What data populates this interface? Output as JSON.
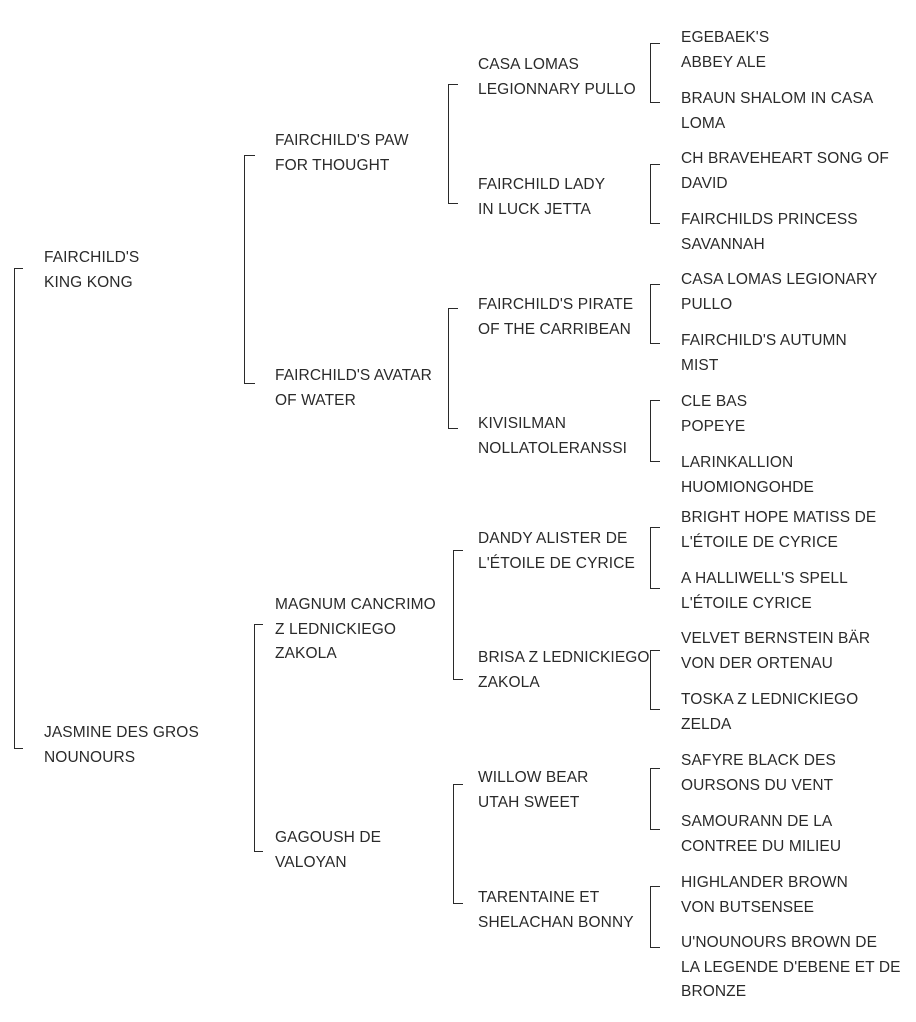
{
  "pedigree": {
    "parents": [
      {
        "name": "FAIRCHILD'S\nKING KONG"
      },
      {
        "name": "JASMINE DES GROS\nNOUNOURS"
      }
    ],
    "grandparents": [
      {
        "name": "FAIRCHILD'S PAW\nFOR THOUGHT"
      },
      {
        "name": "FAIRCHILD'S AVATAR\nOF WATER"
      },
      {
        "name": "MAGNUM CANCRIMO\nZ LEDNICKIEGO\nZAKOLA"
      },
      {
        "name": "GAGOUSH DE\nVALOYAN"
      }
    ],
    "great_grandparents": [
      {
        "name": "CASA LOMAS\nLEGIONNARY PULLO"
      },
      {
        "name": "FAIRCHILD LADY\nIN LUCK JETTA"
      },
      {
        "name": "FAIRCHILD'S PIRATE\nOF THE CARRIBEAN"
      },
      {
        "name": "KIVISILMAN\nNOLLATOLERANSSI"
      },
      {
        "name": "DANDY ALISTER DE\nL'ÉTOILE DE CYRICE"
      },
      {
        "name": "BRISA Z LEDNICKIEGO\nZAKOLA"
      },
      {
        "name": "WILLOW BEAR\nUTAH SWEET"
      },
      {
        "name": "TARENTAINE ET\nSHELACHAN BONNY"
      }
    ],
    "great_great_grandparents": [
      {
        "name": "EGEBAEK'S\nABBEY ALE"
      },
      {
        "name": "BRAUN SHALOM IN CASA\nLOMA"
      },
      {
        "name": "CH BRAVEHEART SONG OF\nDAVID"
      },
      {
        "name": "FAIRCHILDS PRINCESS\nSAVANNAH"
      },
      {
        "name": "CASA LOMAS LEGIONARY\nPULLO"
      },
      {
        "name": "FAIRCHILD'S AUTUMN\nMIST"
      },
      {
        "name": "CLE BAS\nPOPEYE"
      },
      {
        "name": "LARINKALLION\nHUOMIONGOHDE"
      },
      {
        "name": "BRIGHT HOPE MATISS DE\nL'ÉTOILE DE CYRICE"
      },
      {
        "name": "A HALLIWELL'S SPELL\nL'ÉTOILE CYRICE"
      },
      {
        "name": "VELVET BERNSTEIN BÄR\nVON DER ORTENAU"
      },
      {
        "name": "TOSKA Z LEDNICKIEGO\nZELDA"
      },
      {
        "name": "SAFYRE BLACK DES\nOURSONS DU VENT"
      },
      {
        "name": "SAMOURANN DE LA\nCONTREE DU MILIEU"
      },
      {
        "name": "HIGHLANDER BROWN\nVON BUTSENSEE"
      },
      {
        "name": "U'NOUNOURS BROWN DE\nLA LEGENDE D'EBENE ET DE\nBRONZE"
      }
    ]
  }
}
